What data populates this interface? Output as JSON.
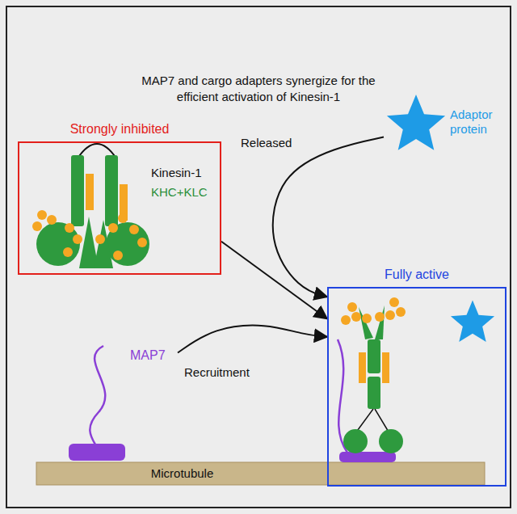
{
  "diagram": {
    "title": "MAP7 and cargo adapters synergize for the efficient activation of Kinesin-1",
    "nodes": [
      {
        "text": [
          "Strongly inhibited",
          "Kinesin-1",
          "KHC+KLC"
        ]
      },
      {
        "text": [
          "Adaptor protein"
        ]
      },
      {
        "text": [
          "MAP7"
        ]
      },
      {
        "text": [
          "Fully active"
        ]
      },
      {
        "text": [
          "Microtubule"
        ]
      }
    ],
    "edges": [
      {
        "from": 0,
        "to": 3,
        "arrow": "to"
      },
      {
        "from": 1,
        "to": 3,
        "label": "Released",
        "arrow": "to"
      },
      {
        "from": 2,
        "to": 3,
        "label": "Recruitment",
        "arrow": "to"
      }
    ]
  }
}
